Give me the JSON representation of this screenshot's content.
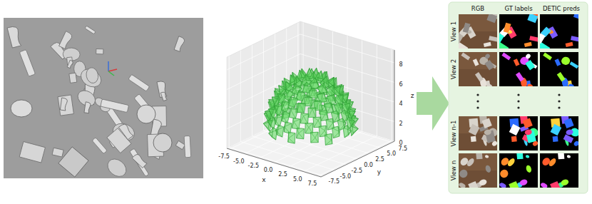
{
  "diagram": {
    "labels": [
      "0",
      "2",
      "4",
      "6",
      "8",
      "-7.5",
      "-5.0",
      "-2.5",
      "0.0",
      "2.5",
      "5.0",
      "7.5",
      "-7.5",
      "-5.0",
      "-2.5",
      "0.0",
      "2.5",
      "5.0",
      "7.5",
      "x",
      "y",
      "z",
      "RGB",
      "GT labels",
      "DETIC preds",
      "View 1",
      "View 2",
      "View n-1",
      "View n"
    ]
  }
}
